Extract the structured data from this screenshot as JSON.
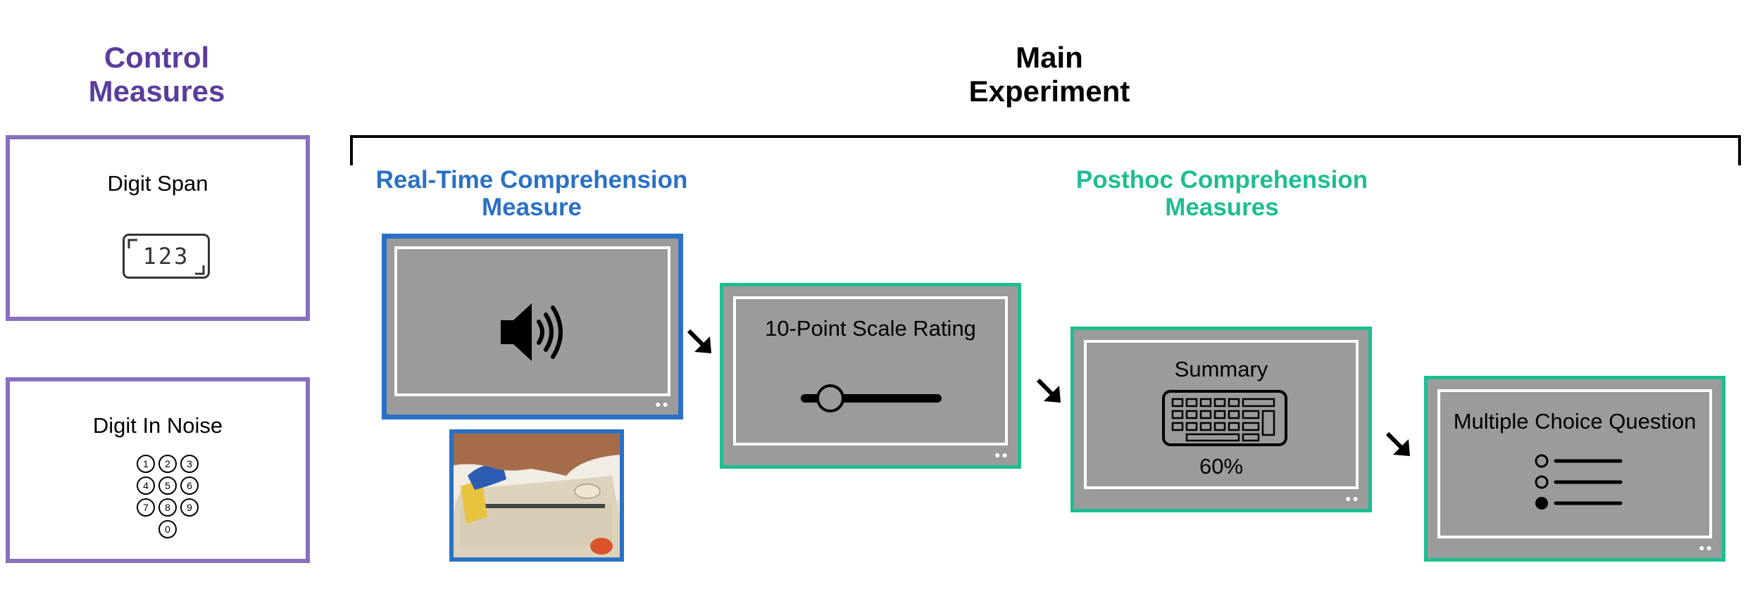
{
  "headings": {
    "control": [
      "Control",
      "Measures"
    ],
    "main": [
      "Main",
      "Experiment"
    ],
    "realtime": [
      "Real-Time Comprehension",
      "Measure"
    ],
    "posthoc": [
      "Posthoc Comprehension",
      "Measures"
    ]
  },
  "control_tasks": {
    "digit_span": {
      "title": "Digit Span",
      "display": "123"
    },
    "digit_in_noise": {
      "title": "Digit In Noise",
      "keypad": [
        "1",
        "2",
        "3",
        "4",
        "5",
        "6",
        "7",
        "8",
        "9",
        "0"
      ]
    }
  },
  "screens": {
    "audio": {
      "icon": "speaker-icon"
    },
    "rating": {
      "title": "10-Point Scale Rating",
      "icon": "slider-icon"
    },
    "summary": {
      "title": "Summary",
      "icon": "keyboard-icon",
      "value": "60%"
    },
    "mcq": {
      "title": "Multiple Choice Question",
      "icon": "radio-list-icon"
    }
  },
  "colors": {
    "control": "#8a6fbd",
    "control_text": "#5a3d9c",
    "realtime": "#2a71c4",
    "posthoc": "#1dbd92",
    "screen_fill": "#9b9b9b"
  },
  "photo": {
    "subject": "hand-on-slider-device-photo"
  }
}
